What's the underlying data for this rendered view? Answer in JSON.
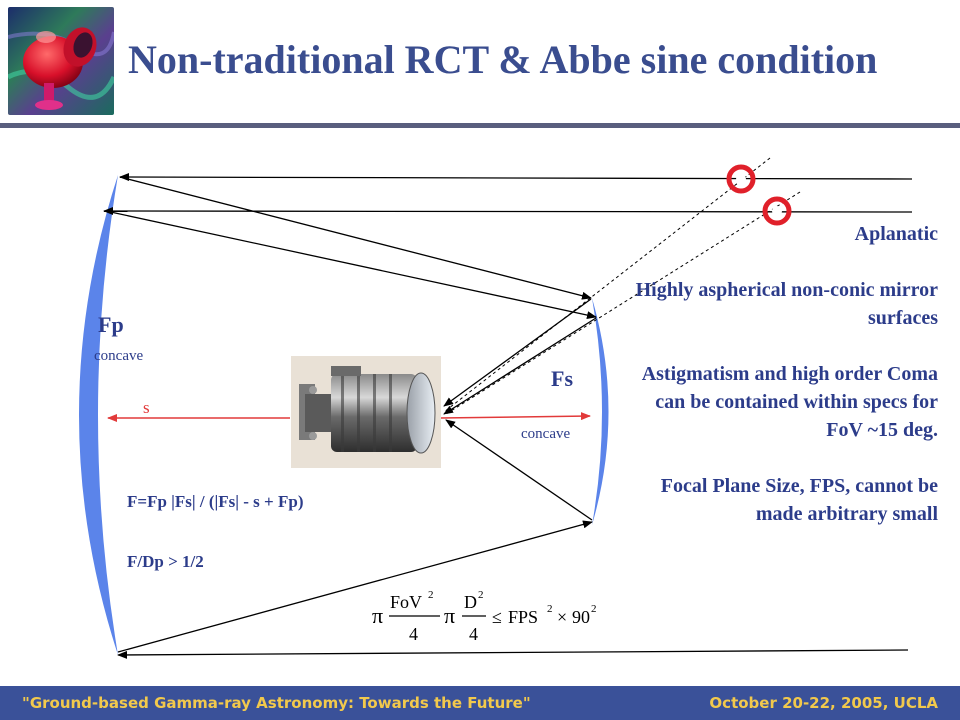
{
  "title": "Non-traditional RCT & Abbe sine condition",
  "labels": {
    "primary_focal": "Fp",
    "primary_shape": "concave",
    "separation": "s",
    "secondary_focal": "Fs",
    "secondary_shape": "concave"
  },
  "formulas": {
    "focal_length": "F=Fp |Fs| / (|Fs| - s + Fp)",
    "focal_ratio": "F/Dp > 1/2"
  },
  "notes": [
    "Aplanatic",
    "Highly aspherical non-conic mirror surfaces",
    "Astigmatism and high order Coma can be contained within specs for FoV ~15 deg.",
    "Focal Plane Size, FPS, cannot be made arbitrary small"
  ],
  "equation": {
    "pi": "π",
    "fov_num": "FoV",
    "d_num": "D",
    "denom": "4",
    "exp": "2",
    "relation": "≤",
    "fps": "FPS",
    "times": "×",
    "angle": "90"
  },
  "footer": {
    "left": "\"Ground-based Gamma-ray Astronomy: Towards the Future\"",
    "right": "October 20-22, 2005, UCLA"
  },
  "colors": {
    "title": "#3a4d8f",
    "mirror": "#5b84ea",
    "separation": "#e23a3a",
    "footer_bg": "#3a5199",
    "footer_text": "#f2c94c"
  }
}
